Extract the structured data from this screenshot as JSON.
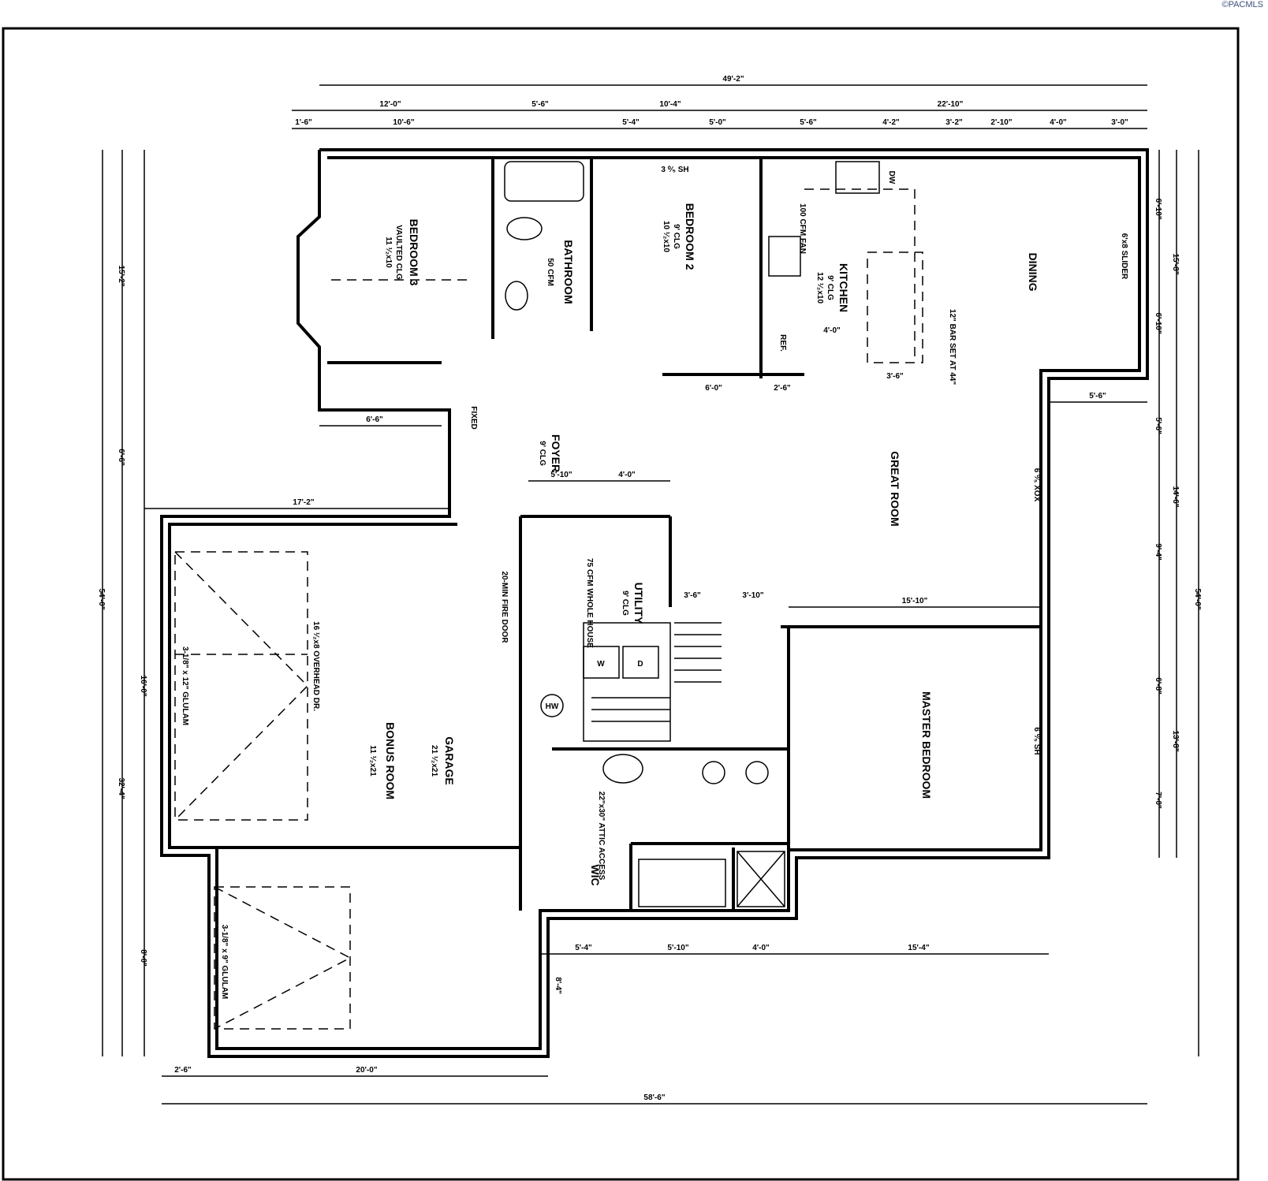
{
  "watermark": "©PACMLS",
  "rooms": {
    "bedroom3": {
      "name": "BEDROOM 3",
      "ceiling": "VAULTED CLG",
      "size": "11 ¹⁄₂x10"
    },
    "bathroom": {
      "name": "BATHROOM",
      "fan": "50 CFM"
    },
    "bedroom2": {
      "name": "BEDROOM 2",
      "ceiling": "9' CLG",
      "size": "10 ¹⁄₂x10"
    },
    "kitchen": {
      "name": "KITCHEN",
      "ceiling": "9' CLG",
      "size": "12 ¹⁄₂x10",
      "hood": "100 CFM FAN"
    },
    "dining": {
      "name": "DINING",
      "slider": "6'x8 SLIDER"
    },
    "great_room": {
      "name": "GREAT ROOM"
    },
    "foyer": {
      "name": "FOYER",
      "ceiling": "9' CLG"
    },
    "utility": {
      "name": "UTILITY",
      "ceiling": "9' CLG",
      "fan": "75 CFM WHOLE HOUSE"
    },
    "master": {
      "name": "MASTER BEDROOM"
    },
    "garage": {
      "name": "GARAGE",
      "size": "21 ¹⁄₂x21"
    },
    "bonus": {
      "name": "BONUS ROOM",
      "size": "11 ¹⁄₂x21"
    },
    "wic": {
      "name": "WIC"
    }
  },
  "notes": {
    "ref": "REF.",
    "dw": "DW",
    "washer": "W",
    "dryer": "D",
    "hw": "HW",
    "bar": "12\" BAR SET AT 44\"",
    "fire_door": "20-MIN FIRE DOOR",
    "overhead": "16 ¹⁄₂x8 OVERHEAD DR.",
    "glulam1": "3-1/8\" x 12\" GLULAM",
    "glulam2": "3-1/8\" x 9\" GLULAM",
    "attic": "22\"x30\" ATTIC ACCESS",
    "fixed": "FIXED",
    "sh1": "3 ⁰⁄₅ SH",
    "xox1": "6 ⁰⁄₅ XOX",
    "sh2": "6 ⁰⁄₅ SH"
  },
  "dimensions": {
    "top_total": "49'-2\"",
    "top_12_0": "12'-0\"",
    "top_5_6": "5'-6\"",
    "top_10_4": "10'-4\"",
    "top_22_10": "22'-10\"",
    "top_1_6": "1'-6\"",
    "top_10_6": "10'-6\"",
    "top_5_4": "5'-4\"",
    "top_5_0": "5'-0\"",
    "top_5_6b": "5'-6\"",
    "top_4_2": "4'-2\"",
    "top_3_2": "3'-2\"",
    "top_2_10": "2'-10\"",
    "top_4_0": "4'-0\"",
    "top_3_0": "3'-0\"",
    "left_total": "54'-0\"",
    "left_15_2": "15'-2\"",
    "left_6_6": "6'-6\"",
    "left_32_4": "32'-4\"",
    "left_16_0": "16'-0\"",
    "left_8_0": "8'-0\"",
    "right_total": "54'-0\"",
    "right_15_8": "15'-8\"",
    "right_14_6": "14'-6\"",
    "right_13_8": "13'-8\"",
    "right_6_10a": "6'-10\"",
    "right_6_10b": "6'-10\"",
    "right_5_6": "5'-6\"",
    "right_9_4": "9'-4\"",
    "right_6_8": "6'-8\"",
    "right_7_0": "7'-0\"",
    "bottom_total": "58'-6\"",
    "bottom_20_0": "20'-0\"",
    "bottom_2_6": "2'-6\"",
    "mid_17_2": "17'-2\"",
    "mid_6_6": "6'-6\"",
    "mid_5_10": "5'-10\"",
    "mid_4_0": "4'-0\"",
    "mid_15_10": "15'-10\"",
    "mid_5_4": "5'-4\"",
    "mid_5_10b": "5'-10\"",
    "mid_4_0b": "4'-0\"",
    "mid_15_4": "15'-4\"",
    "mid_5_6": "5'-6\"",
    "mid_6_0": "6'-0\"",
    "mid_2_6": "2'-6\"",
    "mid_3_6": "3'-6\"",
    "mid_3_6b": "3'-6\"",
    "mid_3_10": "3'-10\"",
    "mid_4_0c": "4'-0\"",
    "mid_8_4": "8'-4\""
  }
}
